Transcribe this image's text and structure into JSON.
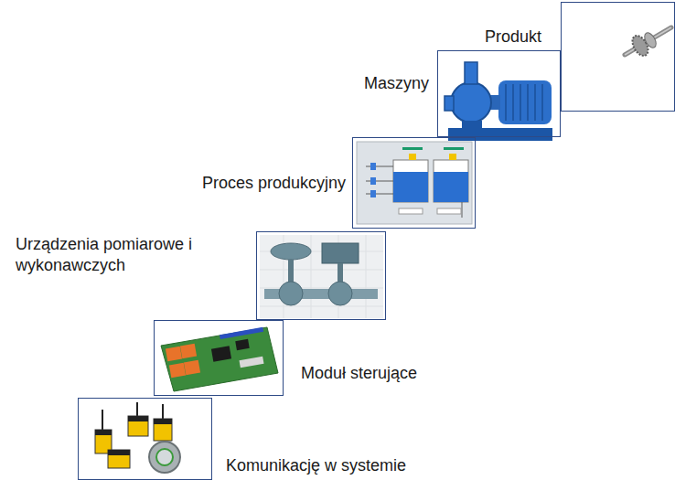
{
  "diagram": {
    "nodes": [
      {
        "text": [
          "Produkt"
        ]
      },
      {
        "text": [
          "Maszyny"
        ]
      },
      {
        "text": [
          "Proces produkcyjny"
        ]
      },
      {
        "text": [
          "Urządzenia pomiarowe i wykonawczych"
        ]
      },
      {
        "text": [
          "Moduł sterujące"
        ]
      },
      {
        "text": [
          "Komunikację w systemie"
        ]
      }
    ]
  }
}
